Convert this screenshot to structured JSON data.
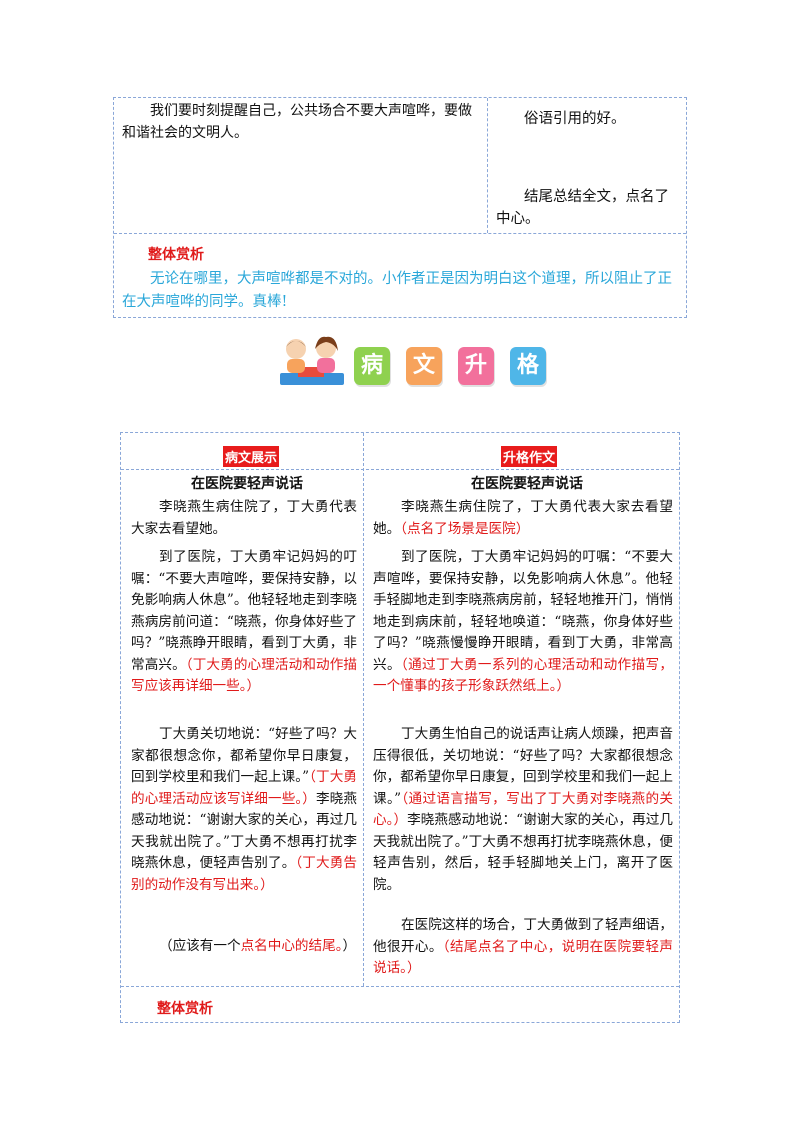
{
  "top_table": {
    "left_text": "我们要时刻提醒自己，公共场合不要大声喧哗，要做和谐社会的文明人。",
    "right_comment_1": "俗语引用的好。",
    "right_comment_2": "结尾总结全文，点名了中心。",
    "overall_heading": "整体赏析",
    "overall_text": "无论在哪里，大声喧哗都是不对的。小作者正是因为明白这个道理，所以阻止了正在大声喧哗的同学。真棒!"
  },
  "banner": {
    "tiles": [
      "病",
      "文",
      "升",
      "格"
    ],
    "tile_colors": [
      "#8fd14f",
      "#f7a35c",
      "#f2709c",
      "#4fb6e8"
    ],
    "illustration": "two-kids-reading-icon"
  },
  "compare_table": {
    "left_header": "病文展示",
    "right_header": "升格作文",
    "left_title": "在医院要轻声说话",
    "right_title": "在医院要轻声说话",
    "left_paragraphs": {
      "p1": "李晓燕生病住院了，丁大勇代表大家去看望她。",
      "p2_text": "到了医院，丁大勇牢记妈妈的叮嘱：“不要大声喧哗，要保持安静，以免影响病人休息”。他轻轻地走到李晓燕病房前问道：“晓燕，你身体好些了吗？”晓燕睁开眼睛，看到丁大勇，非常高兴。",
      "p2_note": "（丁大勇的心理活动和动作描写应该再详细一些。）",
      "p3_text_a": "丁大勇关切地说：“好些了吗？大家都很想念你，都希望你早日康复，回到学校里和我们一起上课。”",
      "p3_note_a": "（丁大勇的心理活动应该写详细一些。）",
      "p3_text_b": "李晓燕感动地说：“谢谢大家的关心，再过几天我就出院了。”丁大勇不想再打扰李晓燕休息，便轻声告别了。",
      "p3_note_b": "（丁大勇告别的动作没有写出来。）",
      "p4_prefix": "（应该有一个",
      "p4_note": "点名中心的结尾。",
      "p4_suffix": "）"
    },
    "right_paragraphs": {
      "p1_text": "李晓燕生病住院了，丁大勇代表大家去看望她。",
      "p1_note": "（点名了场景是医院）",
      "p2_text": "到了医院，丁大勇牢记妈妈的叮嘱：“不要大声喧哗，要保持安静，以免影响病人休息”。他轻手轻脚地走到李晓燕病房前，轻轻地推开门，悄悄地走到病床前，轻轻地唤道：“晓燕，你身体好些了吗？”晓燕慢慢睁开眼睛，看到丁大勇，非常高兴。",
      "p2_note": "（通过丁大勇一系列的心理活动和动作描写，一个懂事的孩子形象跃然纸上。）",
      "p3_text": "丁大勇生怕自己的说话声让病人烦躁，把声音压得很低，关切地说：“好些了吗？大家都很想念你，都希望你早日康复，回到学校里和我们一起上课。”",
      "p3_note": "（通过语言描写，写出了丁大勇对李晓燕的关心。）",
      "p3_text_b": "李晓燕感动地说：“谢谢大家的关心，再过几天我就出院了。”丁大勇不想再打扰李晓燕休息，便轻声告别，然后，轻手轻脚地关上门，离开了医院。",
      "p4_text": "在医院这样的场合，丁大勇做到了轻声细语，他很开心。",
      "p4_note": "（结尾点名了中心，说明在医院要轻声说话。）"
    },
    "overall_heading": "整体赏析"
  }
}
